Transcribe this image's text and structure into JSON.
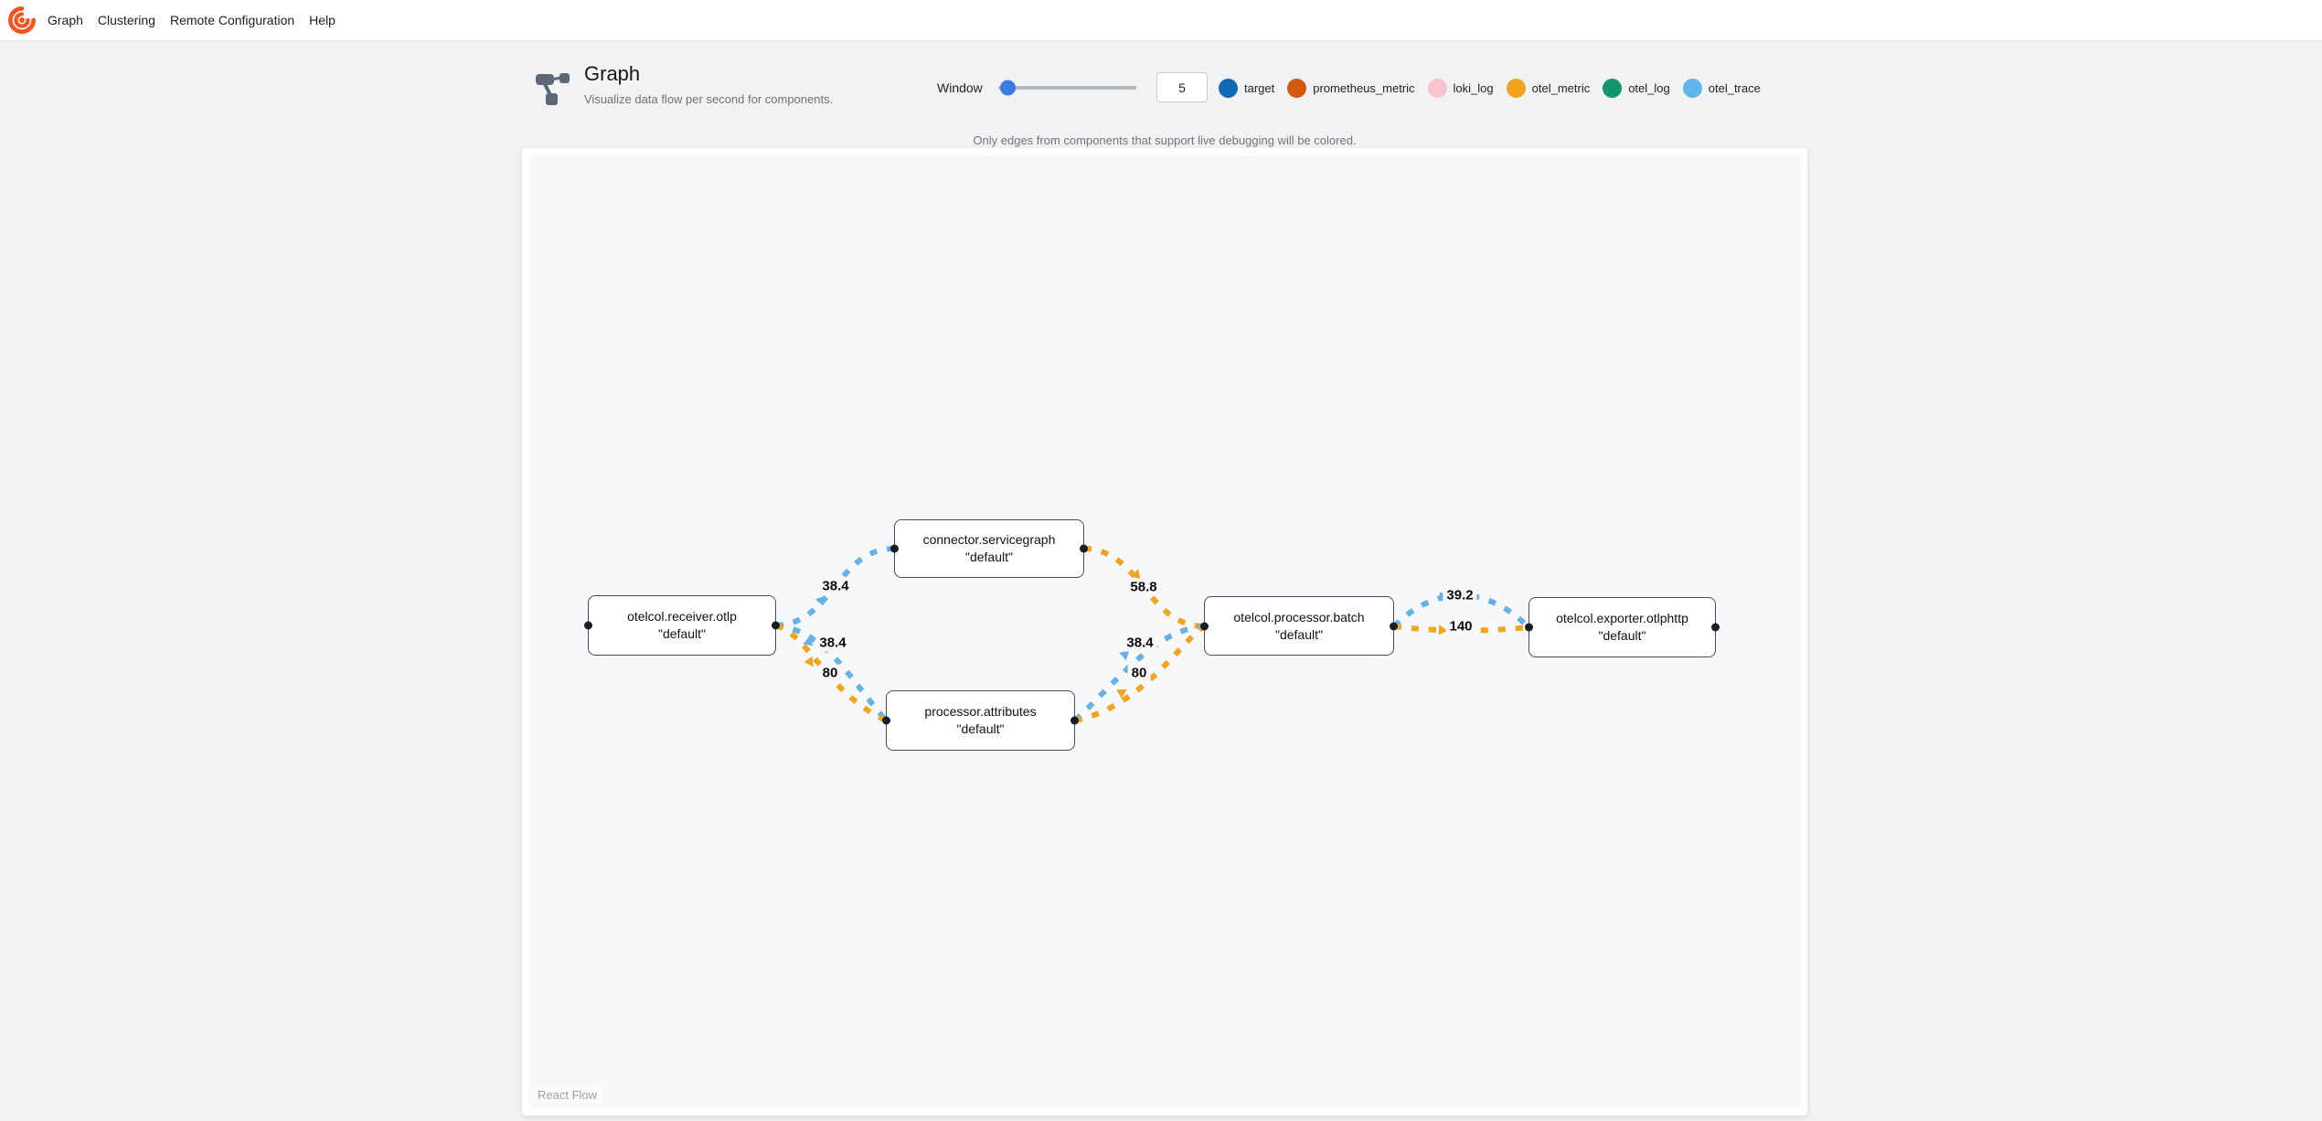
{
  "menu": {
    "items": [
      {
        "label": "Graph"
      },
      {
        "label": "Clustering"
      },
      {
        "label": "Remote Configuration"
      },
      {
        "label": "Help"
      }
    ]
  },
  "header": {
    "title": "Graph",
    "subtitle": "Visualize data flow per second for components.",
    "window": {
      "label": "Window",
      "value": "5"
    },
    "legend": [
      {
        "label": "target",
        "color": "#1269b4"
      },
      {
        "label": "prometheus_metric",
        "color": "#d2590e"
      },
      {
        "label": "loki_log",
        "color": "#f9c2ce"
      },
      {
        "label": "otel_metric",
        "color": "#f0a31c"
      },
      {
        "label": "otel_log",
        "color": "#13946d"
      },
      {
        "label": "otel_trace",
        "color": "#5fb4e8"
      }
    ],
    "note": "Only edges from components that support live debugging will be colored."
  },
  "graph": {
    "attribution": "React Flow",
    "nodes": [
      {
        "name": "otelcol.receiver.otlp",
        "instance": "\"default\""
      },
      {
        "name": "connector.servicegraph",
        "instance": "\"default\""
      },
      {
        "name": "processor.attributes",
        "instance": "\"default\""
      },
      {
        "name": "otelcol.processor.batch",
        "instance": "\"default\""
      },
      {
        "name": "otelcol.exporter.otlphttp",
        "instance": "\"default\""
      }
    ],
    "edges": [
      {
        "source": "otelcol.receiver.otlp",
        "target": "connector.servicegraph",
        "type": "otel_trace",
        "color": "#64b2e6",
        "rate": "38.4"
      },
      {
        "source": "otelcol.receiver.otlp",
        "target": "processor.attributes",
        "type": "otel_trace",
        "color": "#64b2e6",
        "rate": "38.4"
      },
      {
        "source": "otelcol.receiver.otlp",
        "target": "processor.attributes",
        "type": "otel_metric",
        "color": "#f2a41d",
        "rate": "80"
      },
      {
        "source": "connector.servicegraph",
        "target": "otelcol.processor.batch",
        "type": "otel_metric",
        "color": "#f2a41d",
        "rate": "58.8"
      },
      {
        "source": "processor.attributes",
        "target": "otelcol.processor.batch",
        "type": "otel_trace",
        "color": "#64b2e6",
        "rate": "38.4"
      },
      {
        "source": "processor.attributes",
        "target": "otelcol.processor.batch",
        "type": "otel_metric",
        "color": "#f2a41d",
        "rate": "80"
      },
      {
        "source": "otelcol.processor.batch",
        "target": "otelcol.exporter.otlphttp",
        "type": "otel_trace",
        "color": "#64b2e6",
        "rate": "39.2"
      },
      {
        "source": "otelcol.processor.batch",
        "target": "otelcol.exporter.otlphttp",
        "type": "otel_metric",
        "color": "#f2a41d",
        "rate": "140"
      }
    ]
  }
}
